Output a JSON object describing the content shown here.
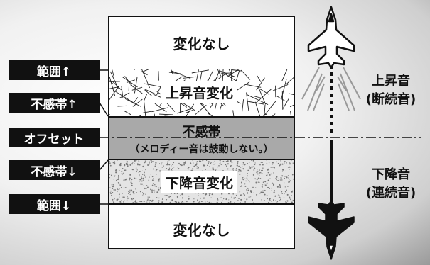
{
  "bands": {
    "top_no_change": "変化なし",
    "upward_change": "上昇音変化",
    "dead_zone": "不感帯",
    "dead_zone_note": "（メロディー音は鼓動しない。）",
    "downward_change": "下降音変化",
    "bottom_no_change": "変化なし"
  },
  "left_labels": {
    "range_up": "範囲↑",
    "deadband_up": "不感帯↑",
    "offset": "オフセット",
    "deadband_down": "不感帯↓",
    "range_down": "範囲↓"
  },
  "right_labels": {
    "rising_1": "上昇音",
    "rising_2": "(断続音)",
    "falling_1": "下降音",
    "falling_2": "(連続音)"
  },
  "colors": {
    "dark": "#111111",
    "dead_zone_fill": "#a9a9a9",
    "downward_fill": "#e4e4e4"
  },
  "icons": [
    "jet-up-icon",
    "jet-down-icon",
    "rising-sound-waves-icon"
  ]
}
